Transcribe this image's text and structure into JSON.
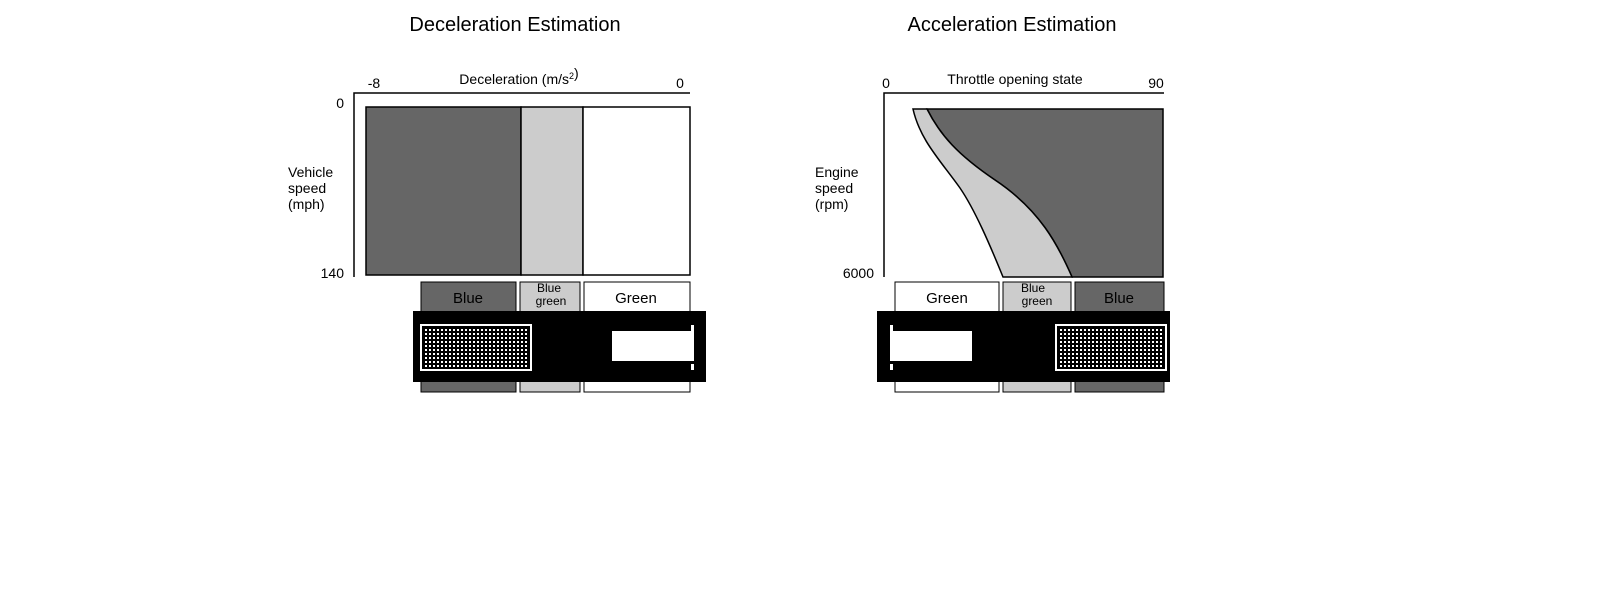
{
  "decel": {
    "title": "Deceleration Estimation",
    "x_axis_label": "Deceleration (m/s",
    "x_axis_unit_sup": "2",
    "x_axis_label_close": ")",
    "x_min": "-8",
    "x_max": "0",
    "y_min": "0",
    "y_max": "140",
    "y_label_lines": [
      "Vehicle",
      "speed",
      "(mph)"
    ],
    "zones": [
      {
        "label": "Blue",
        "lines": [
          "Blue"
        ]
      },
      {
        "label": "Blue green",
        "lines": [
          "Blue",
          "green"
        ]
      },
      {
        "label": "Green",
        "lines": [
          "Green"
        ]
      }
    ]
  },
  "accel": {
    "title": "Acceleration Estimation",
    "x_axis_label": "Throttle opening state",
    "x_min": "0",
    "x_max": "90",
    "y_min": "6000",
    "y_label_lines": [
      "Engine",
      "speed",
      "(rpm)"
    ],
    "zones": [
      {
        "label": "Green",
        "lines": [
          "Green"
        ]
      },
      {
        "label": "Blue green",
        "lines": [
          "Blue",
          "green"
        ]
      },
      {
        "label": "Blue",
        "lines": [
          "Blue"
        ]
      }
    ]
  },
  "colors": {
    "blue_zone": "#666666",
    "blue_green_zone": "#cccccc",
    "green_zone": "#ffffff",
    "display_bg": "#000000",
    "dot_fill": "#ffffff"
  }
}
